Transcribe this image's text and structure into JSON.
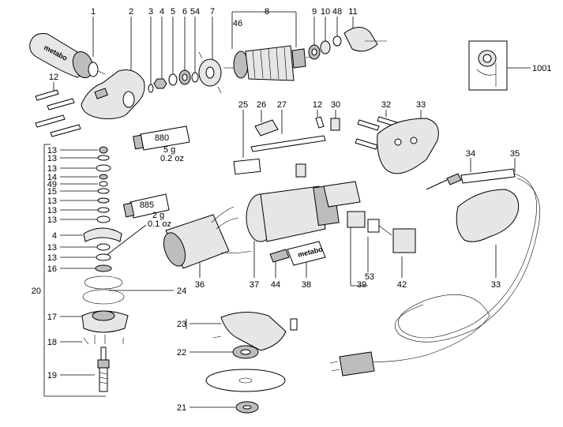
{
  "labels": {
    "p1": "1",
    "p2": "2",
    "p3": "3",
    "p4": "4",
    "p5": "5",
    "p6": "6",
    "p54": "54",
    "p7": "7",
    "p8": "8",
    "p46": "46",
    "p9": "9",
    "p10": "10",
    "p48": "48",
    "p11": "11",
    "p1001": "1001",
    "p12a": "12",
    "p25": "25",
    "p26": "26",
    "p27": "27",
    "p12b": "12",
    "p30": "30",
    "p32": "32",
    "p33a": "33",
    "p34": "34",
    "p35": "35",
    "s13a": "13",
    "s13b": "13",
    "s13c": "13",
    "s14": "14",
    "s49": "49",
    "s15": "15",
    "s13d": "13",
    "s13e": "13",
    "s13f": "13",
    "s4": "4",
    "s13g": "13",
    "s13h": "13",
    "s16": "16",
    "s20": "20",
    "s24": "24",
    "s17": "17",
    "s18": "18",
    "s19": "19",
    "p36": "36",
    "p37": "37",
    "p44": "44",
    "p38": "38",
    "p39": "39",
    "p53": "53",
    "p42": "42",
    "p33b": "33",
    "p23": "23",
    "p22": "22",
    "p21": "21"
  },
  "grease": {
    "tube_880": "880",
    "tube_880_qty_g": "5 g",
    "tube_880_qty_oz": "0.2 oz",
    "tube_885": "885",
    "tube_885_qty_g": "2 g",
    "tube_885_qty_oz": "0.1 oz"
  },
  "brand_marks": {
    "handle_logo": "metabo",
    "housing_logo": "metabo"
  }
}
